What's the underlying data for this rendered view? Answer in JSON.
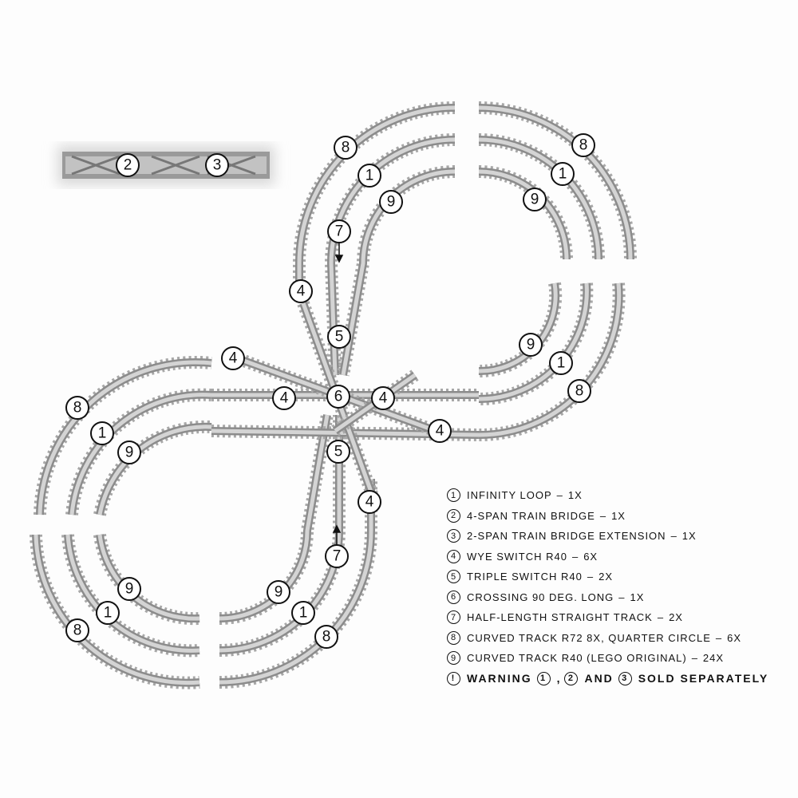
{
  "markers": [
    "8",
    "1",
    "9",
    "8",
    "1",
    "9",
    "7",
    "4",
    "5",
    "9",
    "1",
    "8",
    "4",
    "4",
    "6",
    "4",
    "4",
    "8",
    "1",
    "9",
    "5",
    "4",
    "7",
    "9",
    "1",
    "8",
    "9",
    "1",
    "8",
    "2",
    "3"
  ],
  "legend": [
    {
      "num": "1",
      "text": "Infinity Loop",
      "qty": "1x"
    },
    {
      "num": "2",
      "text": "4-Span Train Bridge",
      "qty": "1x"
    },
    {
      "num": "3",
      "text": "2-Span Train Bridge Extension",
      "qty": "1x"
    },
    {
      "num": "4",
      "text": "Wye Switch R40",
      "qty": "6x"
    },
    {
      "num": "5",
      "text": "Triple Switch R40",
      "qty": "2x"
    },
    {
      "num": "6",
      "text": "Crossing 90 deg. long",
      "qty": "1x"
    },
    {
      "num": "7",
      "text": "Half-Length Straight Track",
      "qty": "2x"
    },
    {
      "num": "8",
      "text": "Curved Track R72 8x, Quarter Circle",
      "qty": "6x"
    },
    {
      "num": "9",
      "text": "Curved Track R40 (LEGO Original)",
      "qty": "24x"
    }
  ],
  "warning": {
    "icon": "!",
    "word": "Warning",
    "n1": "1",
    "n2": "2",
    "and": "and",
    "n3": "3",
    "tail": "sold separately"
  }
}
